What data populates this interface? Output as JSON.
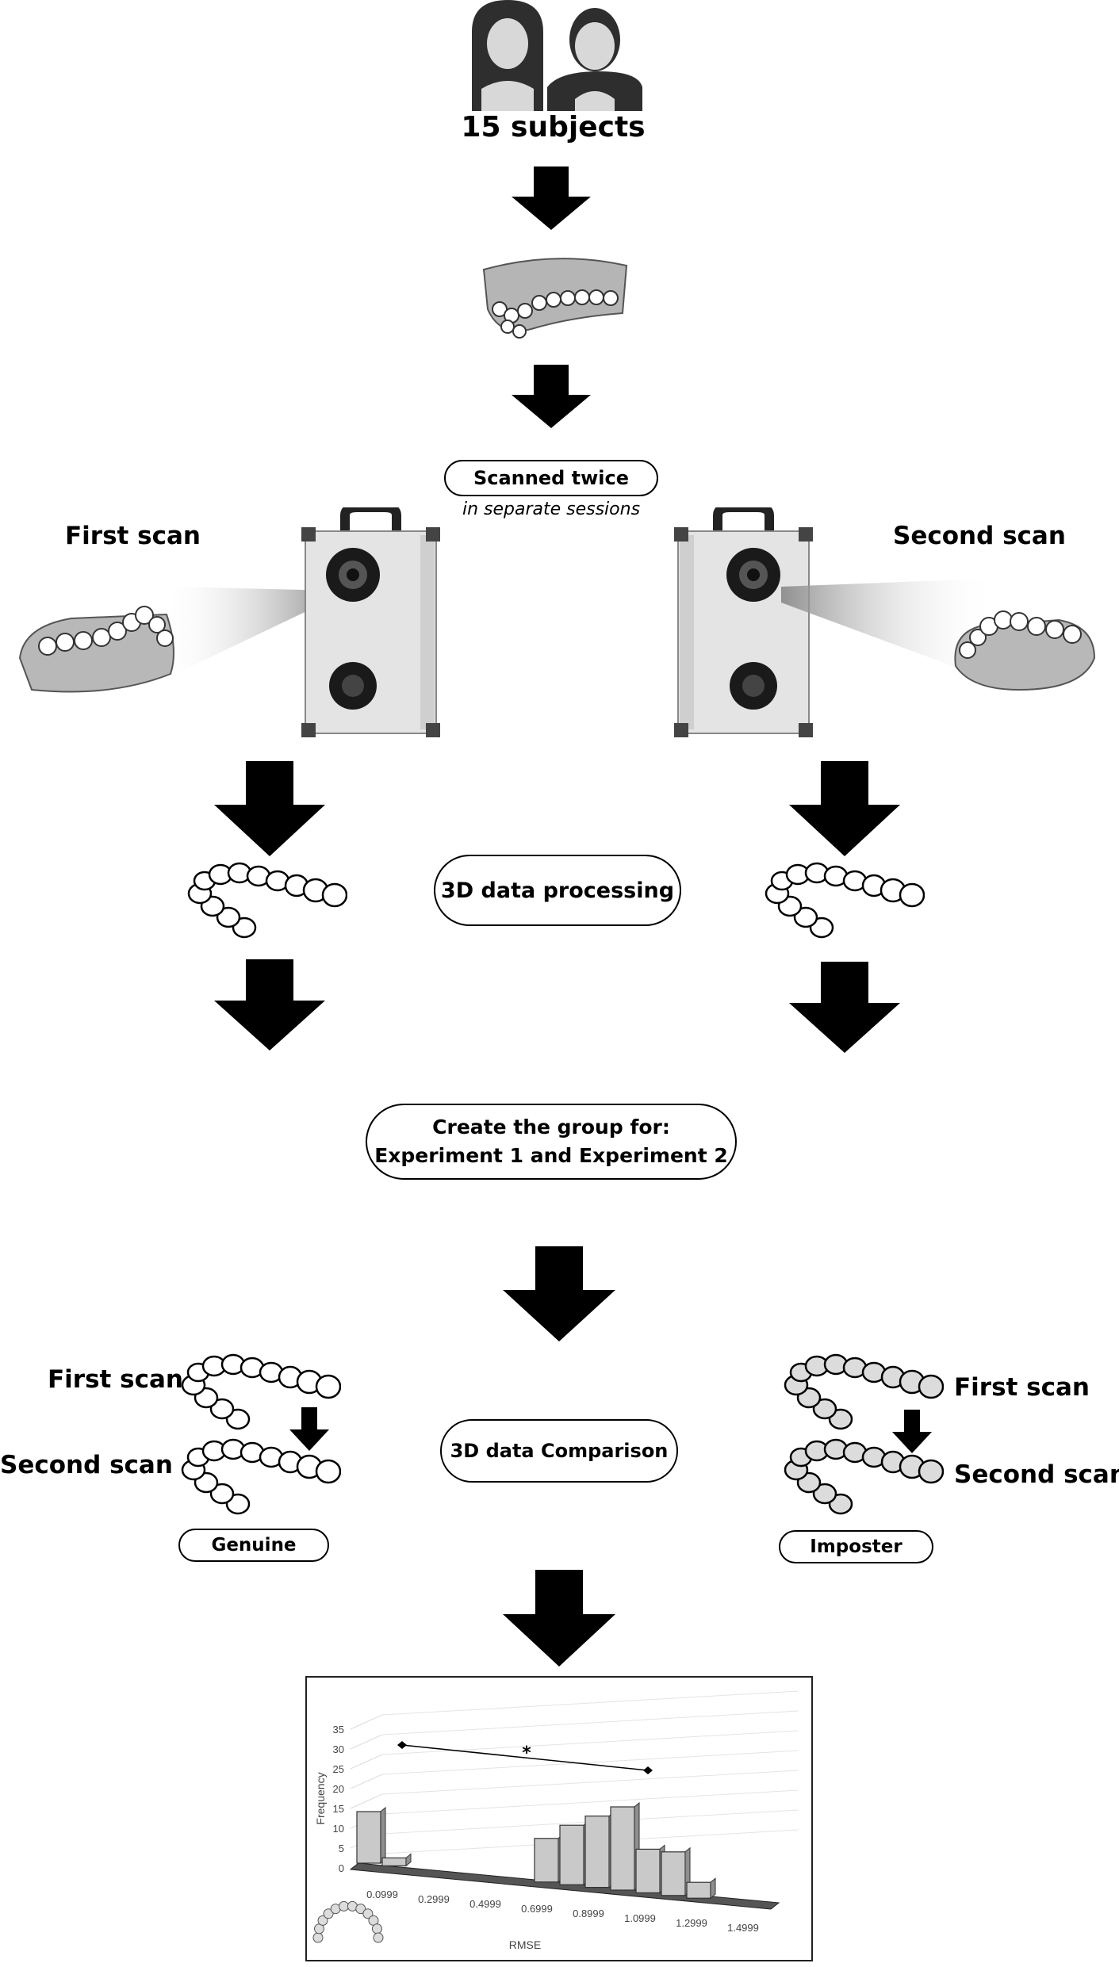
{
  "header": {
    "subjects": "15 subjects"
  },
  "scan_step": {
    "label": "Scanned twice",
    "note": "in separate sessions"
  },
  "scans": {
    "first": "First scan",
    "second": "Second scan"
  },
  "processing": {
    "label": "3D data processing"
  },
  "group": {
    "line1": "Create the group for:",
    "line2": "Experiment 1 and Experiment 2"
  },
  "comparison": {
    "label": "3D data Comparison",
    "left": {
      "first": "First scan",
      "second": "Second scan",
      "tag": "Genuine"
    },
    "right": {
      "first": "First scan",
      "second": "Second scan",
      "tag": "Imposter"
    }
  },
  "colors": {
    "bar": "#c9c9c9",
    "arch_fill": "#dcdcdc",
    "floor": "#555555"
  },
  "chart_data": {
    "type": "bar",
    "xlabel": "RMSE",
    "ylabel": "Frequency",
    "ylim": [
      0,
      35
    ],
    "yticks": [
      "0",
      "5",
      "10",
      "15",
      "20",
      "25",
      "30",
      "35"
    ],
    "tick_labels": [
      "0.0999",
      "0.2999",
      "0.4999",
      "0.6999",
      "0.8999",
      "1.0999",
      "1.2999",
      "1.4999"
    ],
    "annotation": "*",
    "series": [
      {
        "values": [
          13,
          2,
          0,
          0,
          0,
          0,
          0,
          11,
          15,
          18,
          21,
          11,
          11,
          4,
          0
        ]
      }
    ]
  }
}
